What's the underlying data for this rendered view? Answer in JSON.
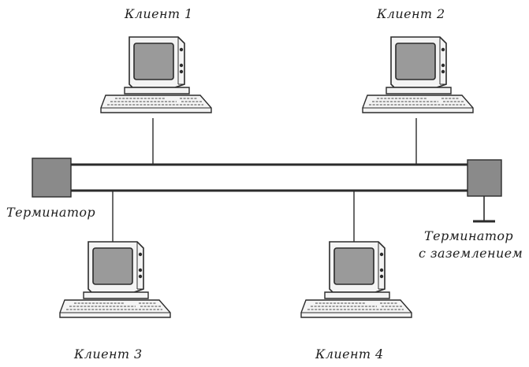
{
  "diagram": {
    "clients": [
      {
        "label": "Клиент 1"
      },
      {
        "label": "Клиент 2"
      },
      {
        "label": "Клиент 3"
      },
      {
        "label": "Клиент 4"
      }
    ],
    "terminator_left": {
      "label": "Терминатор"
    },
    "terminator_right": {
      "label_line1": "Терминатор",
      "label_line2": "с заземлением"
    },
    "colors": {
      "line": "#2b2b2b",
      "terminator_fill": "#8a8a8a",
      "monitor_screen": "#9a9a9a",
      "device_body": "#f4f4f4"
    }
  }
}
